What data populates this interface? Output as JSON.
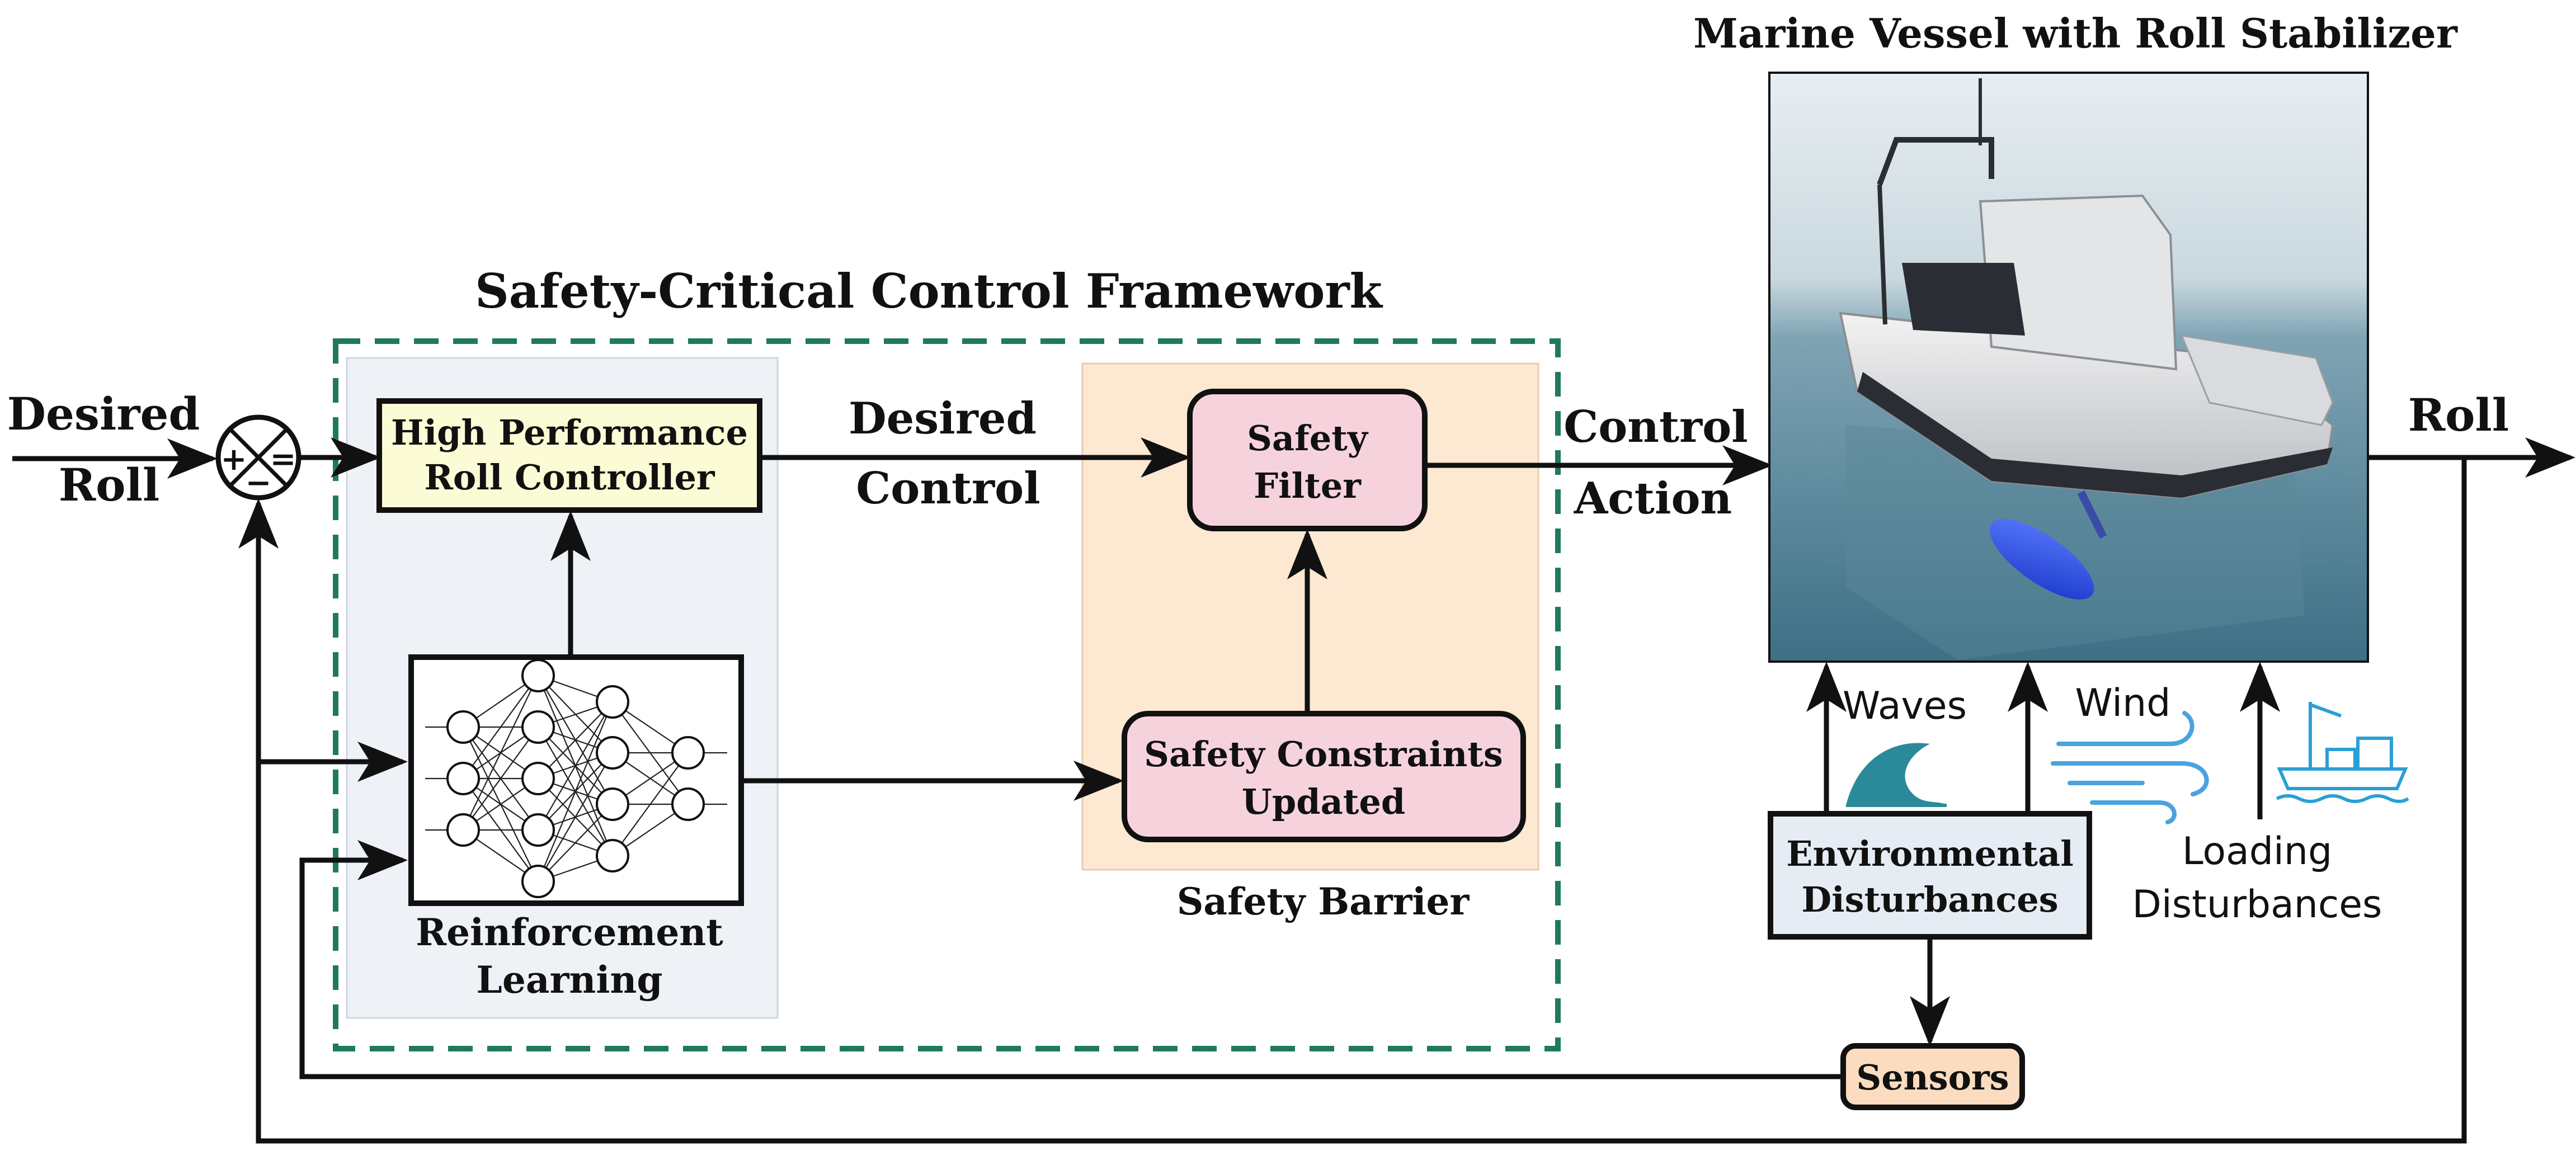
{
  "title_framework": "Safety-Critical Control Framework",
  "title_vessel": "Marine Vessel with Roll Stabilizer",
  "input": {
    "line1": "Desired",
    "line2": "Roll"
  },
  "summing": {
    "plus": "+",
    "minus_left": "−",
    "minus_right": "="
  },
  "controller": {
    "line1": "High Performance",
    "line2": "Roll Controller"
  },
  "rl": {
    "line1": "Reinforcement",
    "line2": "Learning"
  },
  "desired_control": {
    "line1": "Desired",
    "line2": "Control"
  },
  "safety_filter": {
    "line1": "Safety",
    "line2": "Filter"
  },
  "constraints": {
    "line1": "Safety Constraints",
    "line2": "Updated"
  },
  "barrier_label": "Safety Barrier",
  "control_action": {
    "line1": "Control",
    "line2": "Action"
  },
  "output_label": "Roll",
  "disturbances": {
    "waves": "Waves",
    "wind": "Wind",
    "loading_line1": "Loading",
    "loading_line2": "Disturbances",
    "env_line1": "Environmental",
    "env_line2": "Disturbances"
  },
  "sensors": "Sensors",
  "colors": {
    "framework_border": "#1f7a5a",
    "rl_panel": "#eef2f7",
    "barrier_panel": "#fde8d2",
    "controller_fill": "#fbfbd6",
    "safety_box_fill": "#f6d3dc",
    "env_box_fill": "#e6ecf4",
    "sensors_fill": "#fbdcc0",
    "wave_icon": "#2a8a9a",
    "wind_icon": "#4aa3df",
    "ship_icon": "#2a9fd6"
  },
  "icons": [
    "wave-icon",
    "wind-icon",
    "ship-crane-icon"
  ]
}
